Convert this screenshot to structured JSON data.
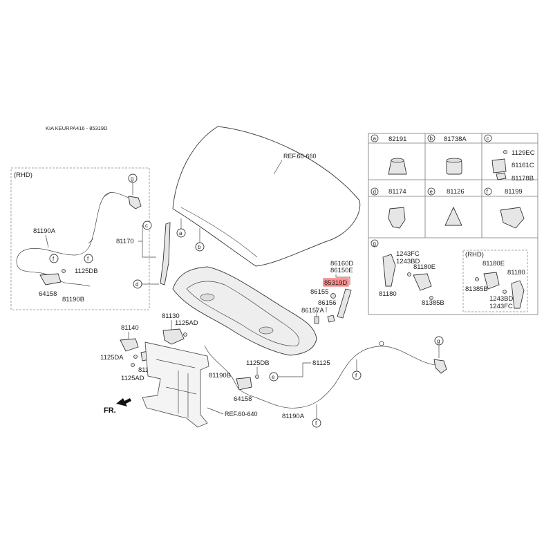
{
  "header": {
    "title": "KIA KEURPA416 - 85319D"
  },
  "highlight": {
    "part": "85319D",
    "color": "#ff3b3b"
  },
  "callouts": {
    "a": "a",
    "b": "b",
    "c": "c",
    "d": "d",
    "e": "e",
    "f": "f",
    "g": "g"
  },
  "refs": {
    "hood": "REF.60-660",
    "frame": "REF.60-640"
  },
  "front_label": "FR.",
  "rhd_label": "(RHD)",
  "parts": {
    "p81190A_rhd": "81190A",
    "p1125DB_rhd": "1125DB",
    "p64158_rhd": "64158",
    "p81190B_rhd": "81190B",
    "p81170": "81170",
    "p86160D": "86160D",
    "p86150E": "86150E",
    "p86155": "86155",
    "p86156": "86156",
    "p86157A": "86157A",
    "p81140": "81140",
    "p81130": "81130",
    "p1125AD_a": "1125AD",
    "p1125DA": "1125DA",
    "p81195B": "81195B",
    "p1125AD_b": "1125AD",
    "p81190B": "81190B",
    "p1125DB": "1125DB",
    "p81125": "81125",
    "p64158": "64158",
    "p81190A": "81190A"
  },
  "table": {
    "cells": [
      {
        "key": "a",
        "part": "82191"
      },
      {
        "key": "b",
        "part": "81738A"
      },
      {
        "key": "c",
        "part": ""
      },
      {
        "key": "d",
        "part": "81174"
      },
      {
        "key": "e",
        "part": "81126"
      },
      {
        "key": "f",
        "part": "81199"
      }
    ],
    "c_parts": [
      "1129EC",
      "81161C",
      "81178B"
    ],
    "g_key": "g",
    "g_rhd_label": "(RHD)",
    "g_left": [
      "1243FC",
      "1243BD",
      "81180E",
      "81180",
      "81385B"
    ],
    "g_right": [
      "81180E",
      "81180",
      "81385B",
      "1243BD",
      "1243FC"
    ]
  }
}
